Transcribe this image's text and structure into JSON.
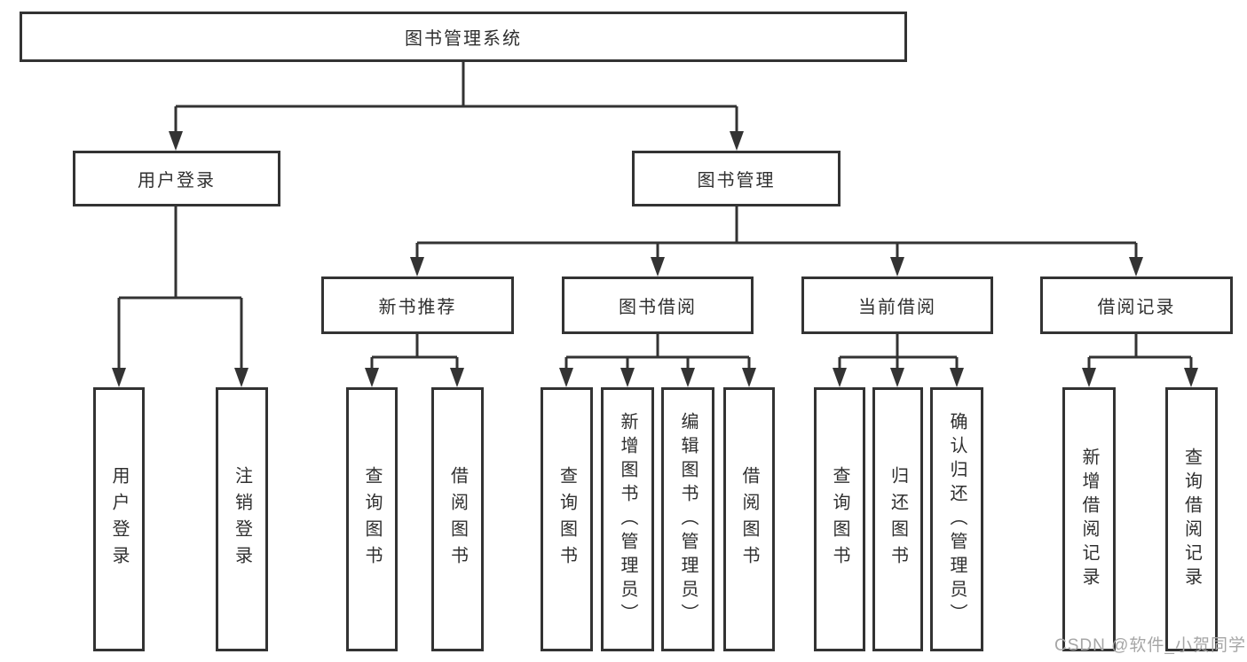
{
  "diagram": {
    "root": {
      "label": "图书管理系统"
    },
    "branches": [
      {
        "label": "用户登录",
        "children": [
          {
            "label": "用户登录"
          },
          {
            "label": "注销登录"
          }
        ]
      },
      {
        "label": "图书管理",
        "children": [
          {
            "label": "新书推荐",
            "children": [
              {
                "label": "查询图书"
              },
              {
                "label": "借阅图书"
              }
            ]
          },
          {
            "label": "图书借阅",
            "children": [
              {
                "label": "查询图书"
              },
              {
                "label": "新增图书（管理员）"
              },
              {
                "label": "编辑图书（管理员）"
              },
              {
                "label": "借阅图书"
              }
            ]
          },
          {
            "label": "当前借阅",
            "children": [
              {
                "label": "查询图书"
              },
              {
                "label": "归还图书"
              },
              {
                "label": "确认归还（管理员）"
              }
            ]
          },
          {
            "label": "借阅记录",
            "children": [
              {
                "label": "新增借阅记录"
              },
              {
                "label": "查询借阅记录"
              }
            ]
          }
        ]
      }
    ]
  },
  "watermark": {
    "text": "CSDN @软件_小贺同学"
  },
  "colors": {
    "line": "#333333",
    "text": "#2f2f2f",
    "watermark": "#a6a6a6",
    "background": "#ffffff"
  }
}
